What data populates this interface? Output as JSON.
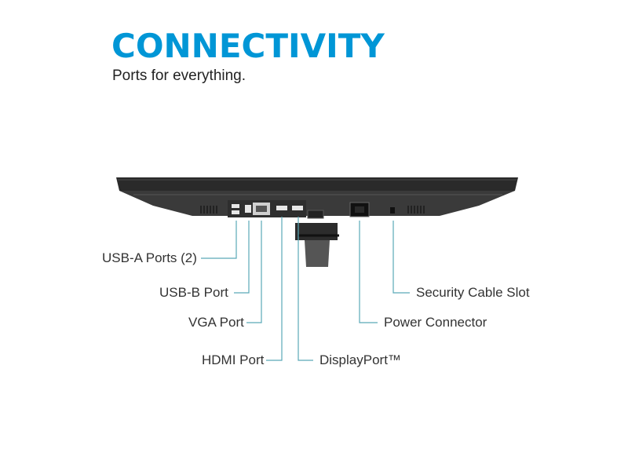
{
  "header": {
    "title": "CONNECTIVITY",
    "subtitle": "Ports for everything."
  },
  "labels": {
    "usb_a": "USB-A Ports (2)",
    "usb_b": "USB-B Port",
    "vga": "VGA Port",
    "hdmi": "HDMI Port",
    "displayport": "DisplayPort™",
    "power": "Power Connector",
    "security": "Security Cable Slot"
  },
  "colors": {
    "accent": "#0096d6",
    "leader_line": "#5aa9b8",
    "monitor_body": "#2b2b2b"
  },
  "icons": {
    "monitor": "monitor-underside-illustration"
  }
}
